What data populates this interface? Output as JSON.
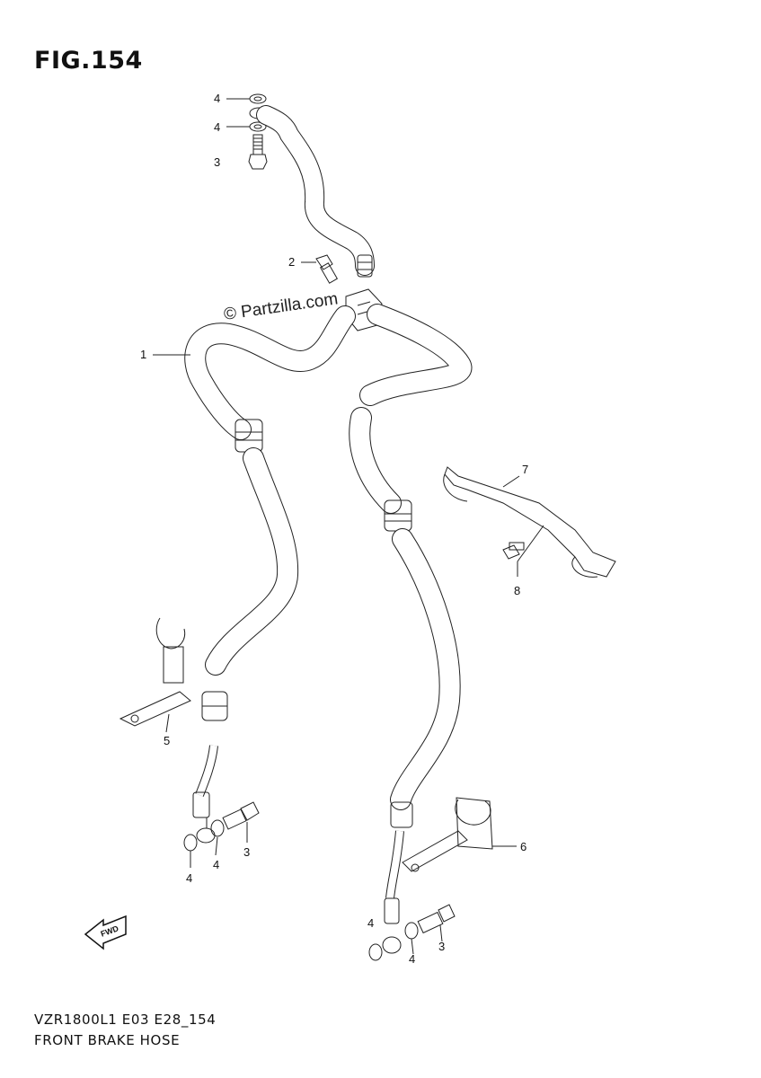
{
  "figure": {
    "title": "FIG.154",
    "watermark": "© Partzilla.com",
    "model_code": "VZR1800L1 E03 E28_154",
    "part_title": "FRONT BRAKE HOSE",
    "fwd_label": "FWD"
  },
  "callouts": [
    {
      "id": "c4a",
      "label": "4"
    },
    {
      "id": "c4b",
      "label": "4"
    },
    {
      "id": "c3a",
      "label": "3"
    },
    {
      "id": "c2",
      "label": "2"
    },
    {
      "id": "c1",
      "label": "1"
    },
    {
      "id": "c7",
      "label": "7"
    },
    {
      "id": "c8",
      "label": "8"
    },
    {
      "id": "c5",
      "label": "5"
    },
    {
      "id": "c4c",
      "label": "4"
    },
    {
      "id": "c4d",
      "label": "4"
    },
    {
      "id": "c3b",
      "label": "3"
    },
    {
      "id": "c6",
      "label": "6"
    },
    {
      "id": "c4e",
      "label": "4"
    },
    {
      "id": "c4f",
      "label": "4"
    },
    {
      "id": "c3c",
      "label": "3"
    }
  ],
  "colors": {
    "line": "#222222",
    "background": "#ffffff"
  }
}
